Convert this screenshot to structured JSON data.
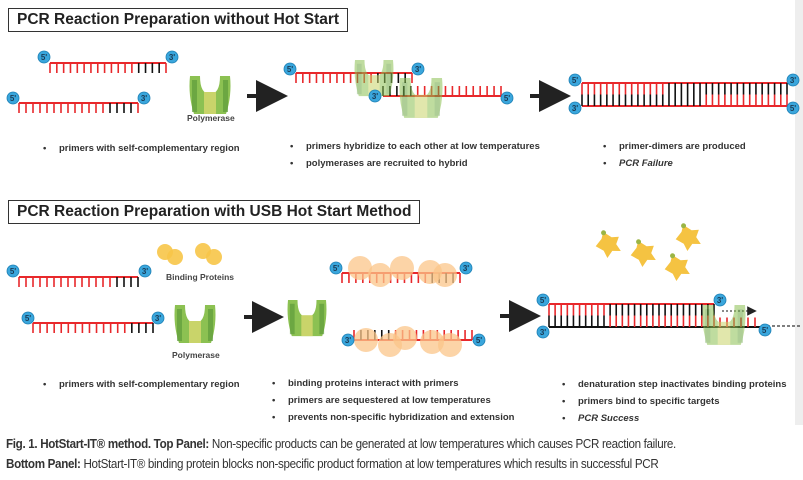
{
  "panels": {
    "top": {
      "title": "PCR Reaction Preparation without Hot Start",
      "polymerase_label": "Polymerase",
      "step1_bullets": [
        "primers with self-complementary region"
      ],
      "step2_bullets": [
        "primers hybridize to each other at low temperatures",
        "polymerases are recruited to hybrid"
      ],
      "step3_bullets": [
        "primer-dimers are produced",
        "PCR Failure"
      ]
    },
    "bottom": {
      "title": "PCR Reaction Preparation with USB Hot Start Method",
      "binding_proteins_label": "Binding Proteins",
      "polymerase_label": "Polymerase",
      "step1_bullets": [
        "primers with self-complementary region"
      ],
      "step2_bullets": [
        "binding proteins interact with primers",
        "primers are sequestered at low temperatures",
        "prevents non-specific hybridization and extension"
      ],
      "step3_bullets": [
        "denaturation step inactivates binding proteins",
        "primers bind to specific targets",
        "PCR Success"
      ]
    }
  },
  "end_labels": {
    "five_prime": "5'",
    "three_prime": "3'"
  },
  "caption": {
    "fig_label": "Fig. 1. HotStart-IT® method.",
    "top_label": "Top Panel:",
    "top_text": "Non-specific products can be generated at low temperatures which causes PCR reaction failure.",
    "bottom_label": "Bottom Panel:",
    "bottom_text": "HotStart-IT® binding protein blocks non-specific product formation at low temperatures which results in successful PCR"
  },
  "colors": {
    "strand_red": "#e8282b",
    "strand_black": "#111111",
    "end_cap": "#3aa6dc",
    "polymerase_green": "#8cc152",
    "binding_protein": "#f7c548"
  }
}
